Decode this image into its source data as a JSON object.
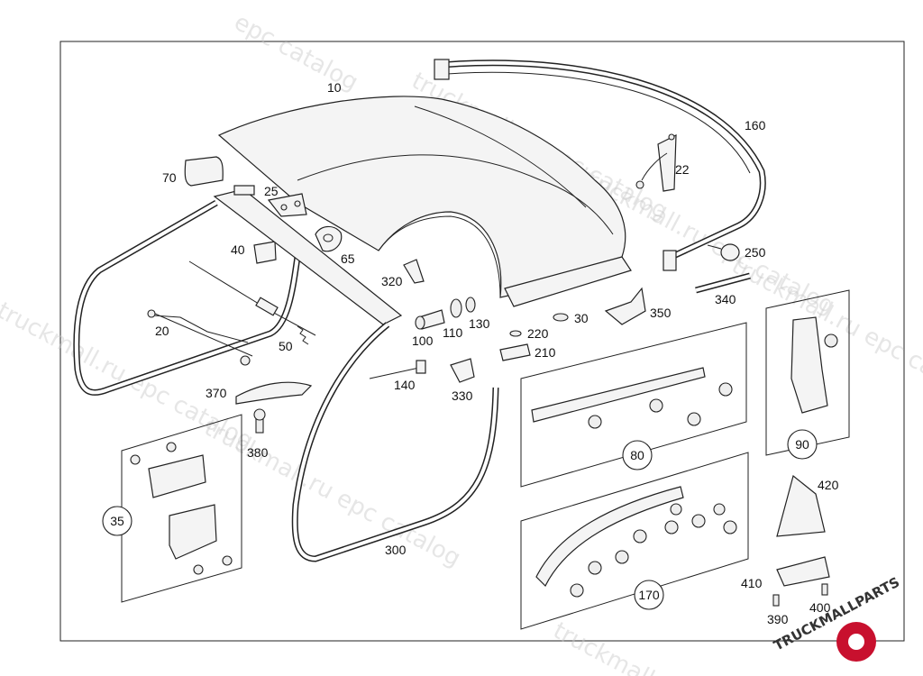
{
  "watermarks": [
    "epc catalog",
    "truckmall.ru epc catalog",
    "truckmall.ru epc catalog",
    "truckmall.ru epc catalog",
    "truckmall.ru epc catalog",
    "truckmall.ru",
    "truckmall.ru epc catalog"
  ],
  "part_labels": {
    "p10": "10",
    "p160": "160",
    "p22": "22",
    "p70": "70",
    "p25": "25",
    "p65": "65",
    "p40": "40",
    "p320": "320",
    "p250": "250",
    "p340": "340",
    "p350": "350",
    "p100": "100",
    "p110": "110",
    "p130": "130",
    "p30": "30",
    "p220": "220",
    "p210": "210",
    "p20": "20",
    "p50": "50",
    "p140": "140",
    "p330": "330",
    "p370": "370",
    "p380": "380",
    "p300": "300",
    "p420": "420",
    "p410": "410",
    "p390": "390",
    "p400": "400"
  },
  "group_labels": {
    "g35": "35",
    "g80": "80",
    "g90": "90",
    "g170": "170"
  },
  "logo": {
    "text": "TRUCKMALLPARTS",
    "color_primary": "#c8102e",
    "color_secondary": "#333333"
  }
}
